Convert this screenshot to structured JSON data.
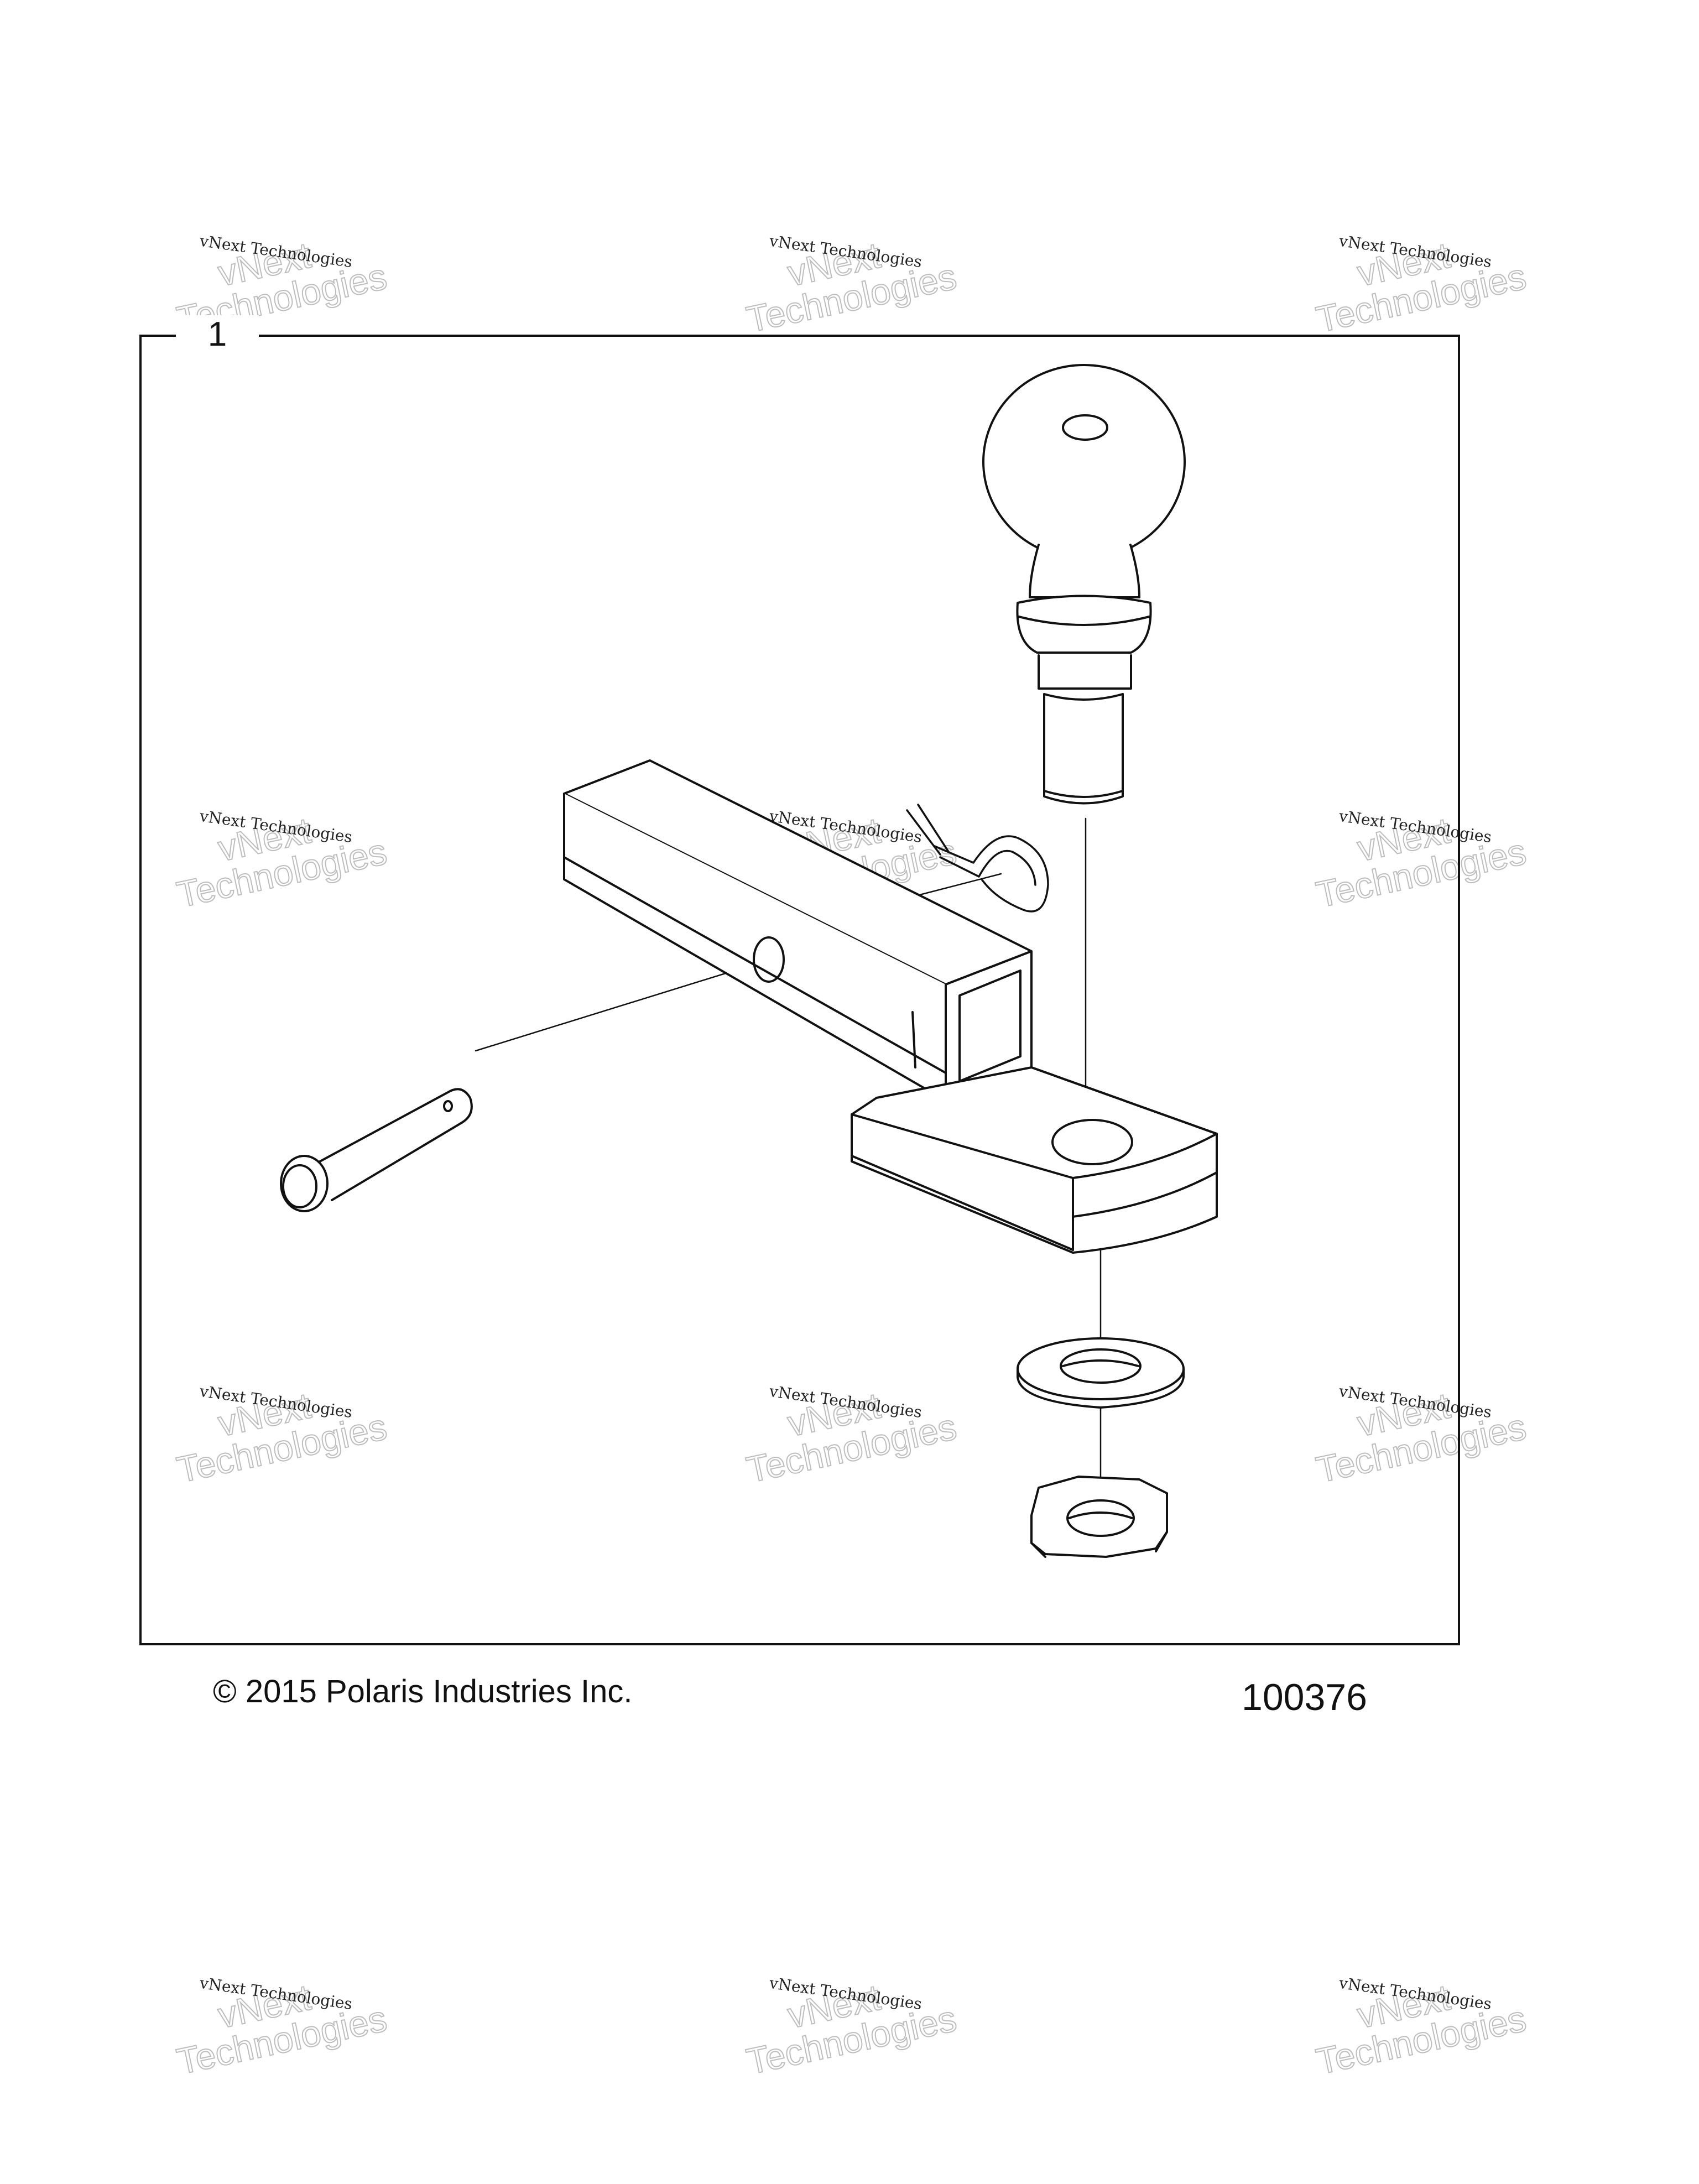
{
  "diagram": {
    "item_number": "1",
    "copyright": "© 2015 Polaris Industries Inc.",
    "figure_number": "100376",
    "parts": [
      "hitch-ball",
      "ball-mount",
      "hitch-pin",
      "hair-pin-clip",
      "lock-washer",
      "hex-nut"
    ]
  },
  "watermark": {
    "line1": "vNext",
    "line2": "Technologies",
    "small": "vNext Technologies"
  }
}
